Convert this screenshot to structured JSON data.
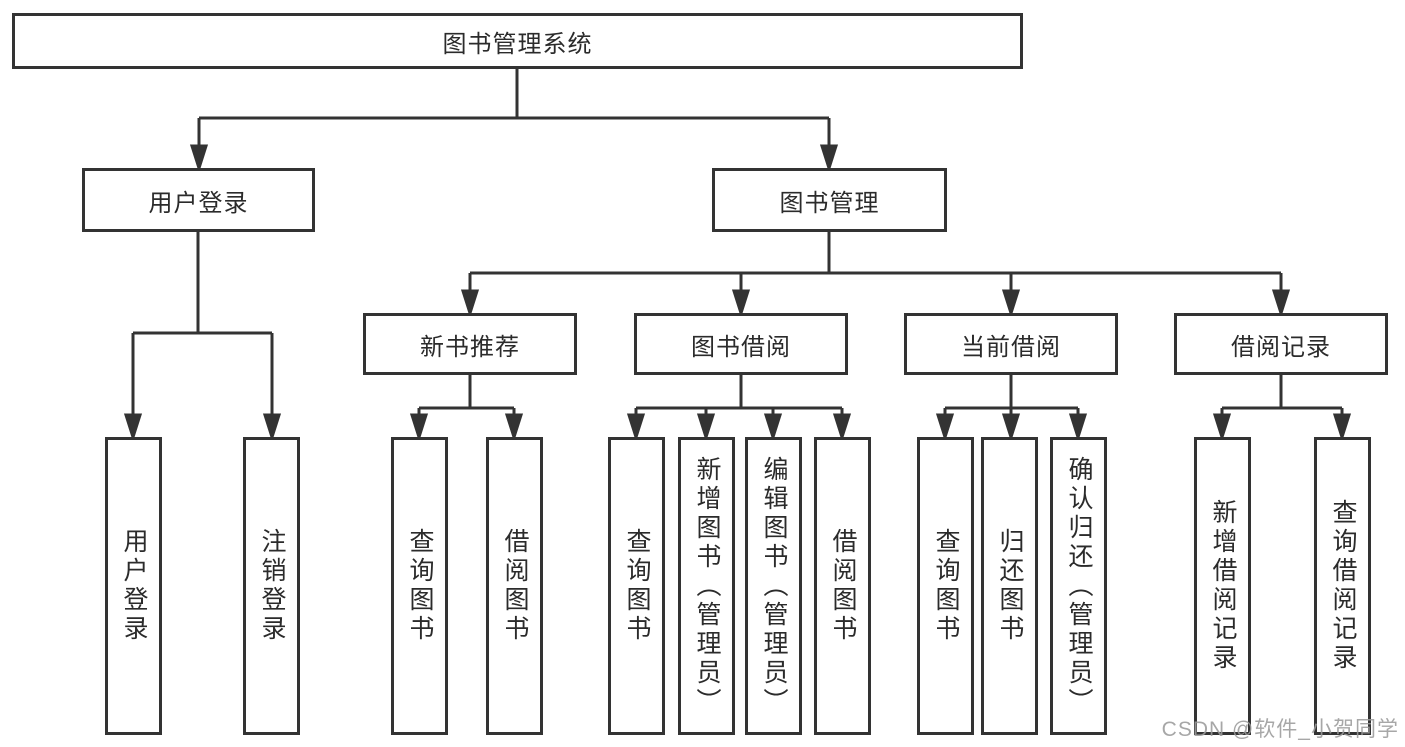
{
  "diagram": {
    "title": "图书管理系统",
    "level2": [
      {
        "label": "用户登录"
      },
      {
        "label": "图书管理"
      }
    ],
    "level3": [
      {
        "label": "新书推荐"
      },
      {
        "label": "图书借阅"
      },
      {
        "label": "当前借阅"
      },
      {
        "label": "借阅记录"
      }
    ],
    "leaves": [
      {
        "label": "用户登录"
      },
      {
        "label": "注销登录"
      },
      {
        "label": "查询图书"
      },
      {
        "label": "借阅图书"
      },
      {
        "label": "查询图书"
      },
      {
        "label": "新增图书（管理员）"
      },
      {
        "label": "编辑图书（管理员）"
      },
      {
        "label": "借阅图书"
      },
      {
        "label": "查询图书"
      },
      {
        "label": "归还图书"
      },
      {
        "label": "确认归还（管理员）"
      },
      {
        "label": "新增借阅记录"
      },
      {
        "label": "查询借阅记录"
      }
    ]
  },
  "watermark": {
    "text": "CSDN @软件_小贺同学"
  },
  "colors": {
    "line": "#333333",
    "box_fill": "#ffffff",
    "background": "#ffffff",
    "watermark": "#9b9b9b"
  }
}
